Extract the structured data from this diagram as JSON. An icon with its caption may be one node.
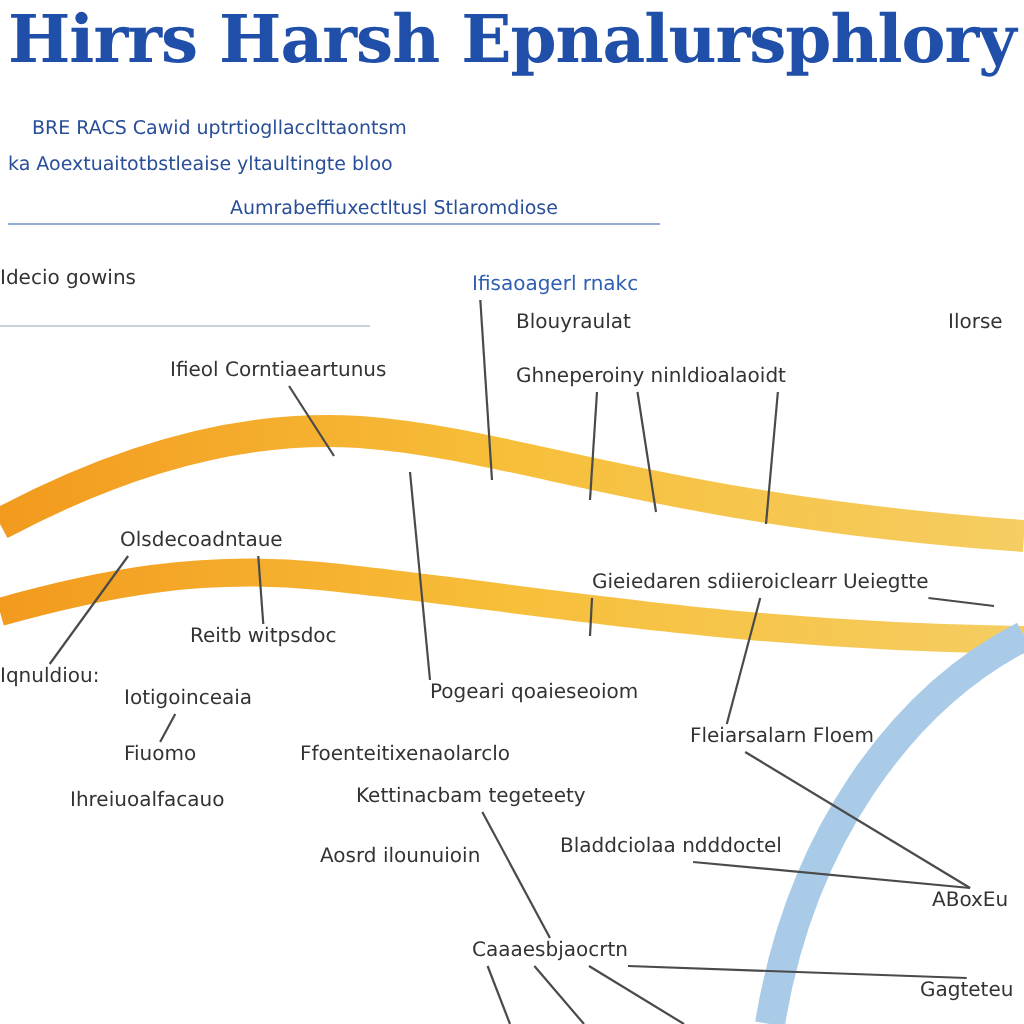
{
  "diagram": {
    "title": "Hirrs Harsh Epnalursphlory",
    "nodes": [
      {
        "text": [
          "Idecio gowins"
        ]
      },
      {
        "text": [
          "Ifisaoagerl rnakc"
        ]
      },
      {
        "text": [
          "Blouyraulat"
        ]
      },
      {
        "text": [
          "Ilorse"
        ]
      },
      {
        "text": [
          "Ifieol Corntiaeartunus"
        ]
      },
      {
        "text": [
          "Ghneperoiny ninldioalaoidt"
        ]
      },
      {
        "text": [
          "Olsdecoadntaue"
        ]
      },
      {
        "text": [
          "Gieiedaren sdiieroiclearr Ueiegtte"
        ]
      },
      {
        "text": [
          "Reitb witpsdoc"
        ]
      },
      {
        "text": [
          "Iqnuldiou:"
        ]
      },
      {
        "text": [
          "Iotigoinceaia"
        ]
      },
      {
        "text": [
          "Pogeari qoaieseoiom"
        ]
      },
      {
        "text": [
          "Fleiarsalarn Floem"
        ]
      },
      {
        "text": [
          "Fiuomo"
        ]
      },
      {
        "text": [
          "Ffoenteitixenaolarclo"
        ]
      },
      {
        "text": [
          "Ihreiuoalfacauo"
        ]
      },
      {
        "text": [
          "Kettinacbam tegeteety"
        ]
      },
      {
        "text": [
          "Aosrd ilounuioin"
        ]
      },
      {
        "text": [
          "Bladdciolaa ndddoctel"
        ]
      },
      {
        "text": [
          "ABoxEu"
        ]
      },
      {
        "text": [
          "Caaaesbjaocrtn"
        ]
      },
      {
        "text": [
          "Gagteteu"
        ]
      }
    ],
    "edges": [
      {
        "from": 1,
        "to": null,
        "arrow": "none"
      },
      {
        "from": 4,
        "to": null,
        "arrow": "none"
      },
      {
        "from": 5,
        "to": null,
        "arrow": "none"
      },
      {
        "from": 5,
        "to": null,
        "arrow": "none"
      },
      {
        "from": 5,
        "to": null,
        "arrow": "none"
      },
      {
        "from": 6,
        "to": 9,
        "arrow": "none"
      },
      {
        "from": 6,
        "to": 8,
        "arrow": "none"
      },
      {
        "from": 11,
        "to": null,
        "arrow": "none"
      },
      {
        "from": 7,
        "to": null,
        "arrow": "none"
      },
      {
        "from": 12,
        "to": 7,
        "arrow": "none"
      },
      {
        "from": 7,
        "to": null,
        "arrow": "none"
      },
      {
        "from": 10,
        "to": 13,
        "arrow": "none"
      },
      {
        "from": 16,
        "to": 20,
        "arrow": "none"
      },
      {
        "from": 12,
        "to": 19,
        "arrow": "none"
      },
      {
        "from": 18,
        "to": 19,
        "arrow": "none"
      },
      {
        "from": 20,
        "to": 21,
        "arrow": "none"
      },
      {
        "from": 20,
        "to": null,
        "arrow": "none"
      },
      {
        "from": 20,
        "to": null,
        "arrow": "none"
      },
      {
        "from": 20,
        "to": null,
        "arrow": "none"
      }
    ],
    "labels": [
      "BRE RACS Cawid uptrtiogllacclttaontsm",
      "ka Aoextuaitotbstleaise yltaultingte bloo",
      "Aumrabeffiuxectltusl Stlaromdiose"
    ]
  }
}
